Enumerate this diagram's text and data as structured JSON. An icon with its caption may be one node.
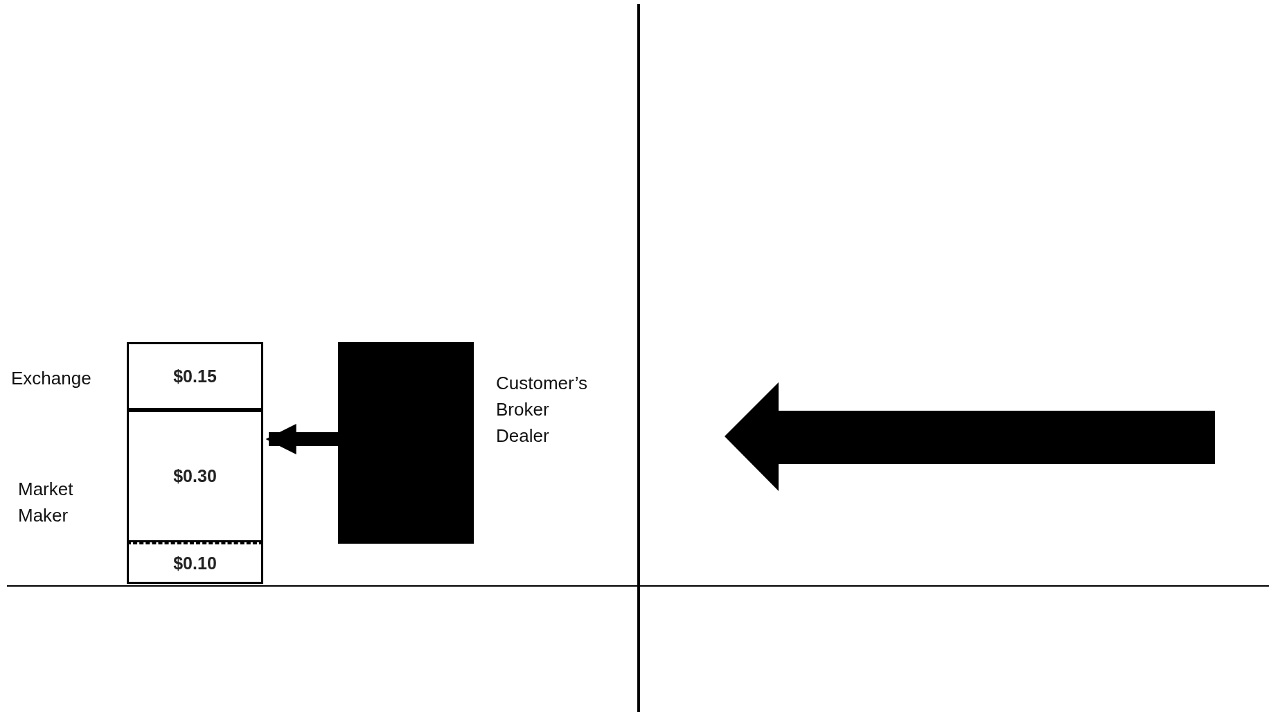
{
  "diagram": {
    "nodes": [
      {
        "text": [
          "$0.15"
        ],
        "beside": [
          "Exchange"
        ]
      },
      {
        "text": [
          "$0.30"
        ],
        "beside": [
          "Market Maker"
        ]
      },
      {
        "text": [
          "$0.10"
        ]
      },
      {
        "text": [],
        "shape": "box",
        "beside": [
          "Customer’s Broker Dealer"
        ]
      }
    ],
    "edges": [
      {
        "from": 3,
        "to": 1,
        "arrow": "to"
      }
    ]
  }
}
